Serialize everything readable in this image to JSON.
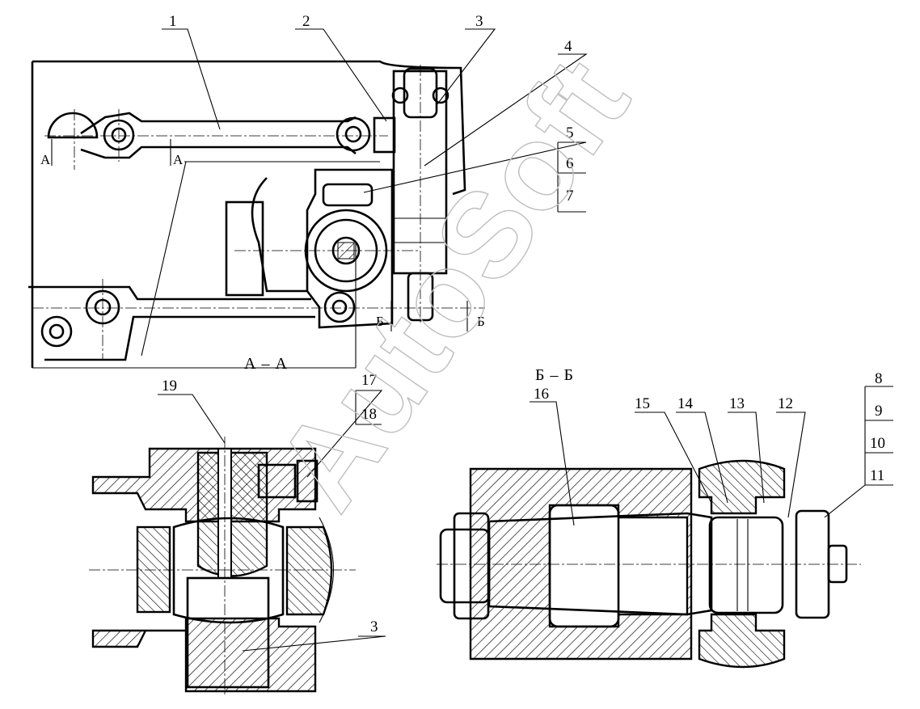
{
  "callouts": {
    "top": [
      "1",
      "2",
      "3",
      "4",
      "5",
      "6",
      "7"
    ],
    "section_aa": [
      "19",
      "17",
      "18",
      "3"
    ],
    "section_bb": [
      "16",
      "15",
      "14",
      "13",
      "12",
      "8",
      "9",
      "10",
      "11"
    ]
  },
  "section_marks": {
    "a_left": "А",
    "a_right": "А",
    "b_left": "Б",
    "b_right": "Б"
  },
  "section_titles": {
    "aa": "А – А",
    "bb": "Б – Б"
  },
  "watermark": "AutoSoft"
}
